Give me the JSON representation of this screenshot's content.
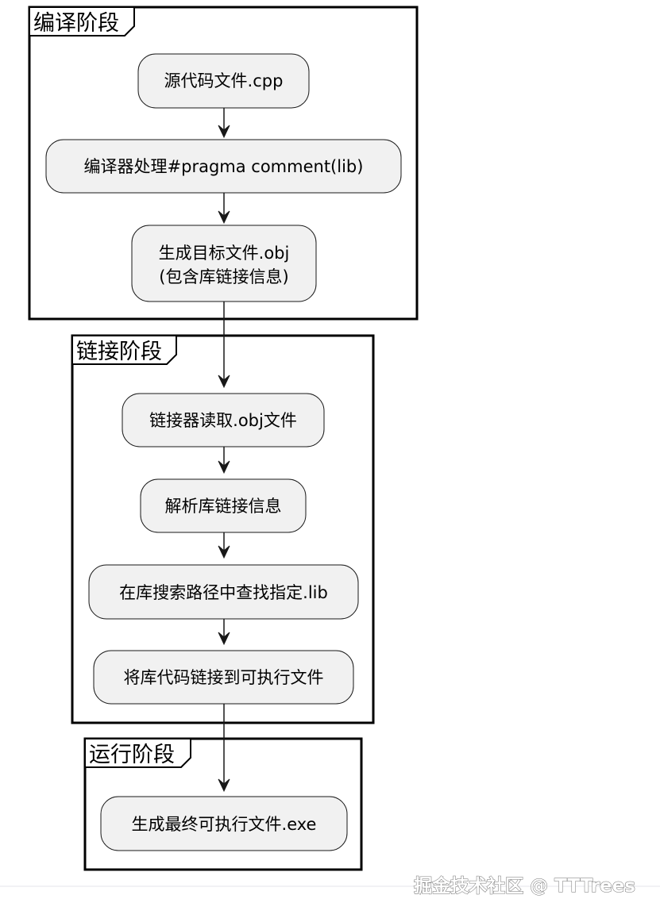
{
  "partitions": [
    {
      "id": "compile",
      "label": "编译阶段"
    },
    {
      "id": "link",
      "label": "链接阶段"
    },
    {
      "id": "run",
      "label": "运行阶段"
    }
  ],
  "nodes": [
    {
      "id": "source-file",
      "lines": [
        "源代码文件.cpp"
      ]
    },
    {
      "id": "compiler-pragma",
      "lines": [
        "编译器处理#pragma comment(lib)"
      ]
    },
    {
      "id": "object-file",
      "lines": [
        "生成目标文件.obj",
        "(包含库链接信息)"
      ]
    },
    {
      "id": "linker-read",
      "lines": [
        "链接器读取.obj文件"
      ]
    },
    {
      "id": "parse-link-info",
      "lines": [
        "解析库链接信息"
      ]
    },
    {
      "id": "search-lib",
      "lines": [
        "在库搜索路径中查找指定.lib"
      ]
    },
    {
      "id": "link-library",
      "lines": [
        "将库代码链接到可执行文件"
      ]
    },
    {
      "id": "final-exe",
      "lines": [
        "生成最终可执行文件.exe"
      ]
    }
  ],
  "edges": [
    {
      "from": "source-file",
      "to": "compiler-pragma"
    },
    {
      "from": "compiler-pragma",
      "to": "object-file"
    },
    {
      "from": "object-file",
      "to": "linker-read"
    },
    {
      "from": "linker-read",
      "to": "parse-link-info"
    },
    {
      "from": "parse-link-info",
      "to": "search-lib"
    },
    {
      "from": "search-lib",
      "to": "link-library"
    },
    {
      "from": "link-library",
      "to": "final-exe"
    }
  ],
  "watermark": "掘金技术社区 @ TTTrees",
  "colors": {
    "node_fill": "#f1f1f1",
    "node_stroke": "#181818",
    "partition_stroke": "#000000",
    "arrow": "#181818"
  }
}
